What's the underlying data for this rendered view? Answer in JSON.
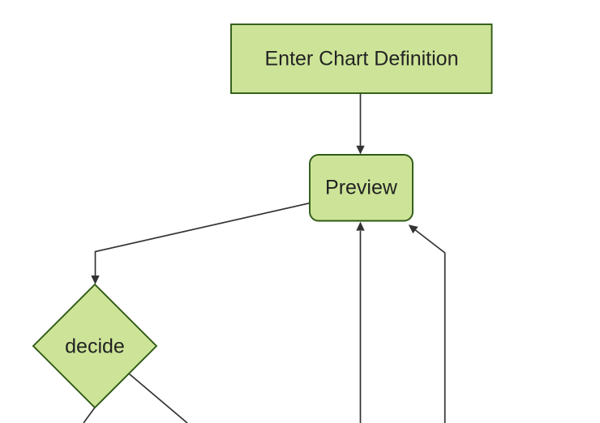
{
  "diagram": {
    "type": "flowchart",
    "direction": "top-down",
    "colors": {
      "background": "#ffffff",
      "node_fill": "#cde498",
      "node_border": "#2f5a14",
      "edge": "#333333",
      "arrowhead": "#333333",
      "label_text": "#232323"
    },
    "nodes": {
      "definition": {
        "label": "Enter Chart Definition",
        "shape": "rectangle"
      },
      "preview": {
        "label": "Preview",
        "shape": "rounded-rectangle"
      },
      "decide": {
        "label": "decide",
        "shape": "diamond"
      }
    },
    "edges": [
      {
        "name": "definition-to-preview",
        "from": "definition",
        "to": "preview",
        "arrow": true
      },
      {
        "name": "preview-to-decide",
        "from": "preview",
        "to": "decide",
        "arrow": true
      },
      {
        "name": "offscreen-bottom-to-preview",
        "from": "offscreen-bottom",
        "to": "preview",
        "arrow": true
      },
      {
        "name": "offscreen-right-to-preview",
        "from": "offscreen-bottom",
        "to": "preview",
        "arrow": true
      },
      {
        "name": "decide-to-offscreen-bottom-left",
        "from": "decide",
        "to": "offscreen-bottom",
        "arrow": false
      },
      {
        "name": "decide-to-offscreen-bottom-right",
        "from": "decide",
        "to": "offscreen-bottom",
        "arrow": false
      }
    ]
  }
}
